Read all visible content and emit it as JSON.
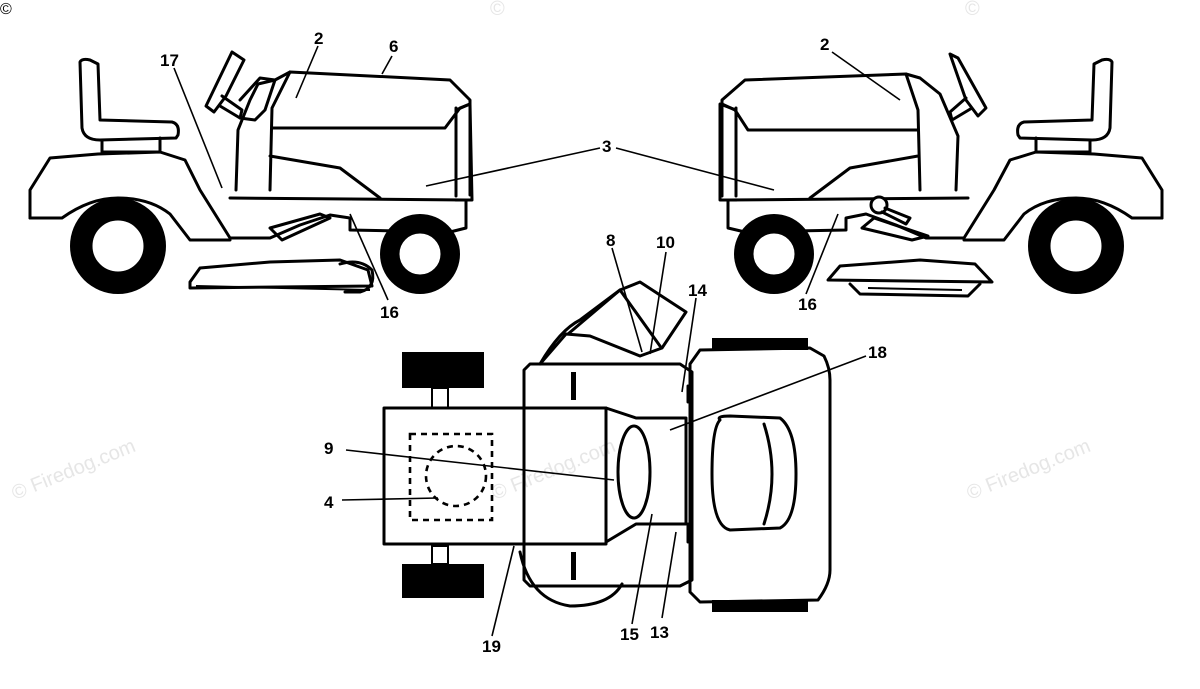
{
  "watermark": {
    "text": "© Firedog.com",
    "corner_mark": "©"
  },
  "callouts": {
    "left_17": "17",
    "left_2": "2",
    "left_6": "6",
    "center_3": "3",
    "left_16": "16",
    "right_2": "2",
    "right_16": "16",
    "top_8": "8",
    "top_10": "10",
    "top_14": "14",
    "top_18": "18",
    "top_9": "9",
    "top_4": "4",
    "top_15": "15",
    "top_13": "13",
    "top_cut": "19"
  }
}
